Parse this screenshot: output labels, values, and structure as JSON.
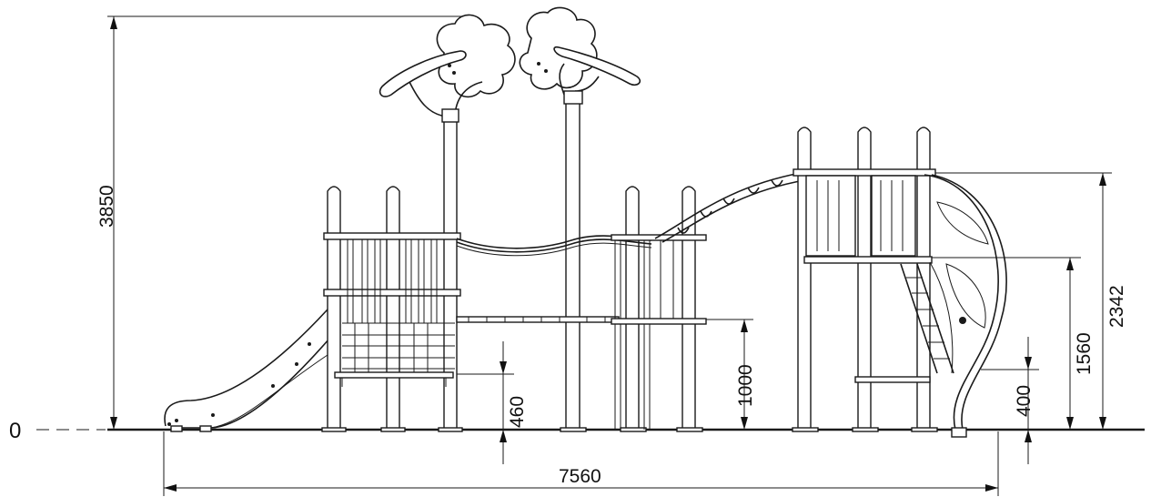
{
  "dimensions": {
    "ground_level": "0",
    "total_height": "3850",
    "total_length": "7560",
    "slide_platform_height": "460",
    "bridge_height": "1000",
    "tower_platform_height": "1560",
    "tower_height": "2342",
    "climber_step_height": "400"
  },
  "colors": {
    "line": "#1a1a1a",
    "background": "#ffffff"
  }
}
